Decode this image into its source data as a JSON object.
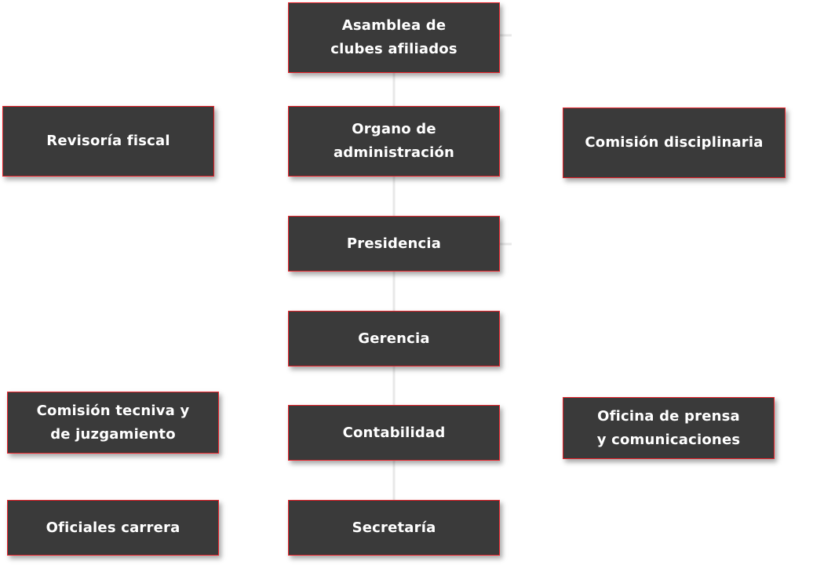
{
  "diagram": {
    "nodes": {
      "asamblea": "Asamblea de\nclubes afiliados",
      "organo": "Organo de\nadministración",
      "revisoria": "Revisoría fiscal",
      "comision_disciplinaria": "Comisión disciplinaria",
      "presidencia": "Presidencia",
      "gerencia": "Gerencia",
      "comision_tecnica": "Comisión tecniva y\nde juzgamiento",
      "contabilidad": "Contabilidad",
      "oficina_prensa": "Oficina de prensa\ny comunicaciones",
      "oficiales": "Oficiales carrera",
      "secretaria": "Secretaría"
    },
    "colors": {
      "node_fill": "#3a3a3a",
      "node_border": "#e8232b",
      "node_text": "#ffffff",
      "connector": "#e6e6e6"
    }
  }
}
